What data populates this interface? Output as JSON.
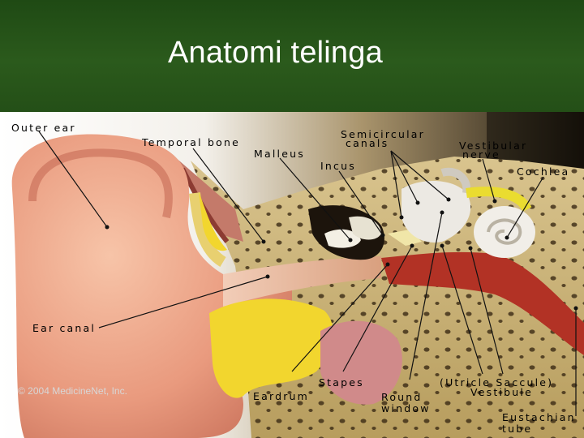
{
  "slide": {
    "title": "Anatomi telinga",
    "colors": {
      "header_bg": "#2b5a1c",
      "title_text": "#ffffff"
    }
  },
  "diagram": {
    "labels": {
      "outer_ear": "Outer ear",
      "temporal_bone": "Temporal bone",
      "malleus": "Malleus",
      "semicircular_canals_1": "Semicircular",
      "semicircular_canals_2": "canals",
      "incus": "Incus",
      "vestibular_nerve_1": "Vestibular",
      "vestibular_nerve_2": "nerve",
      "cochlea": "Cochlea",
      "ear_canal": "Ear canal",
      "stapes": "Stapes",
      "eardrum": "Eardrum",
      "round_window_1": "Round",
      "round_window_2": "window",
      "utricle_saccule": "(Utricle  Saccule)",
      "vestibule": "Vestibule",
      "eustachian_tube_1": "Eustachian",
      "eustachian_tube_2": "tube"
    },
    "copyright": "© 2004 MedicineNet, Inc."
  }
}
